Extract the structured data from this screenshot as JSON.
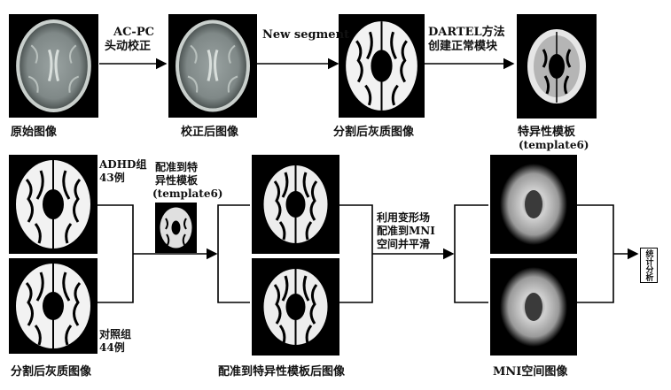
{
  "diagram": {
    "row1": {
      "node1_label": "原始图像",
      "edge1_label_a": "AC-PC",
      "edge1_label_b": "头动校正",
      "node2_label": "校正后图像",
      "edge2_label": "New segment",
      "node3_label": "分割后灰质图像",
      "edge3_label_a": "DARTEL方法",
      "edge3_label_b": "创建正常模块",
      "node4_label_a": "特异性模板",
      "node4_label_b": "(template6)"
    },
    "row2": {
      "adhd_label_a": "ADHD组",
      "adhd_label_b": "43例",
      "control_label_a": "对照组",
      "control_label_b": "44例",
      "seg_label": "分割后灰质图像",
      "reg_label_a": "配准到特",
      "reg_label_b": "异性模板",
      "reg_label_c": "(template6)",
      "registered_label": "配准到特异性模板后图像",
      "warp_label_a": "利用变形场",
      "warp_label_b": "配准到MNI",
      "warp_label_c": "空间并平滑",
      "mni_label": "MNI空间图像",
      "stat_label": "统计分析"
    }
  }
}
